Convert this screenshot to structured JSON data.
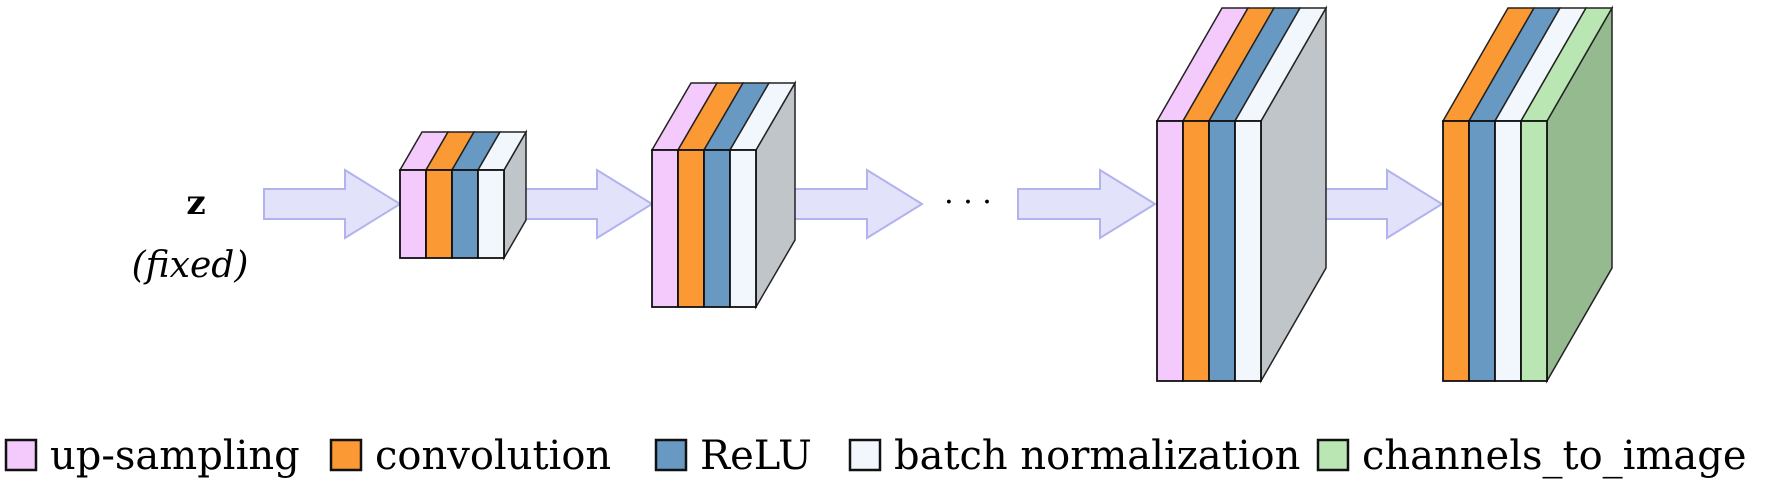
{
  "input": {
    "symbol": "z",
    "note": "(fixed)"
  },
  "ellipsis": "· · ·",
  "colors": {
    "up-sampling": "#f4c9fb",
    "convolution": "#fb9934",
    "relu": "#6899c3",
    "batch_normalization": "#f2f7fd",
    "channels_to_image": "#b9e6b2",
    "side_gray": "#c0c5c9",
    "side_green": "#95ba8f",
    "arrow_fill": "#e2e2fa",
    "arrow_stroke": "#b2b2ee"
  },
  "blocks": [
    {
      "name": "block-1",
      "layers": [
        "up-sampling",
        "convolution",
        "relu",
        "batch_normalization"
      ],
      "side": "side_gray"
    },
    {
      "name": "block-2",
      "layers": [
        "up-sampling",
        "convolution",
        "relu",
        "batch_normalization"
      ],
      "side": "side_gray"
    },
    {
      "name": "block-3",
      "layers": [
        "up-sampling",
        "convolution",
        "relu",
        "batch_normalization"
      ],
      "side": "side_gray"
    },
    {
      "name": "block-output",
      "layers": [
        "convolution",
        "relu",
        "batch_normalization",
        "channels_to_image"
      ],
      "side": "side_green"
    }
  ],
  "legend": [
    {
      "key": "up-sampling",
      "label": "up-sampling"
    },
    {
      "key": "convolution",
      "label": "convolution"
    },
    {
      "key": "relu",
      "label": "ReLU"
    },
    {
      "key": "batch_normalization",
      "label": "batch normalization"
    },
    {
      "key": "channels_to_image",
      "label": "channels_to_image"
    }
  ]
}
